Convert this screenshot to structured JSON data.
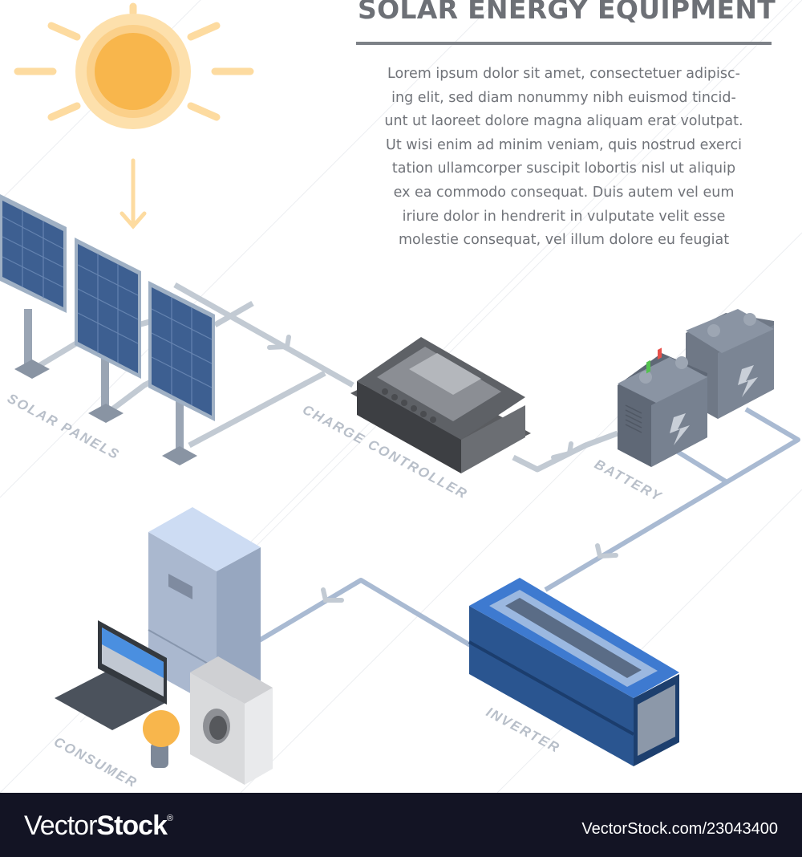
{
  "header": {
    "title": "SOLAR ENERGY EQUIPMENT",
    "body": "Lorem ipsum dolor sit amet, consectetuer adipisc-\ning elit, sed diam nonummy nibh euismod tincid-\nunt ut laoreet dolore magna aliquam erat volutpat.\nUt wisi enim ad minim veniam, quis nostrud exerci\ntation ullamcorper suscipit lobortis nisl ut aliquip\nex ea commodo consequat. Duis autem vel eum\niriure dolor in hendrerit in vulputate velit esse\nmolestie consequat, vel illum dolore eu feugiat"
  },
  "components": {
    "sun": {
      "icon": "sun-icon"
    },
    "solar_panels": {
      "label": "SOLAR PANELS",
      "icon": "solar-panel-icon",
      "count": 3
    },
    "charge_controller": {
      "label": "CHARGE CONTROLLER",
      "icon": "charge-controller-icon"
    },
    "battery": {
      "label": "BATTERY",
      "icon": "battery-icon",
      "count": 2
    },
    "inverter": {
      "label": "INVERTER",
      "icon": "inverter-icon"
    },
    "consumer": {
      "label": "CONSUMER",
      "items": [
        "refrigerator",
        "laptop",
        "light-bulb",
        "washing-machine"
      ]
    }
  },
  "flow": [
    "sun",
    "solar_panels",
    "charge_controller",
    "battery",
    "inverter",
    "consumer"
  ],
  "colors": {
    "sun_core": "#f8b64c",
    "sun_halo": "#fde0ac",
    "wire": "#b4bec9",
    "wire_blue": "#a6b8d2",
    "panel": "#3d5f91",
    "inverter": "#2f62ad",
    "text": "#6d7076",
    "footer_bg": "#131424"
  },
  "footer": {
    "logo_thin": "Vector",
    "logo_bold": "Stock",
    "logo_mark": "®",
    "url": "VectorStock.com/23043400"
  }
}
